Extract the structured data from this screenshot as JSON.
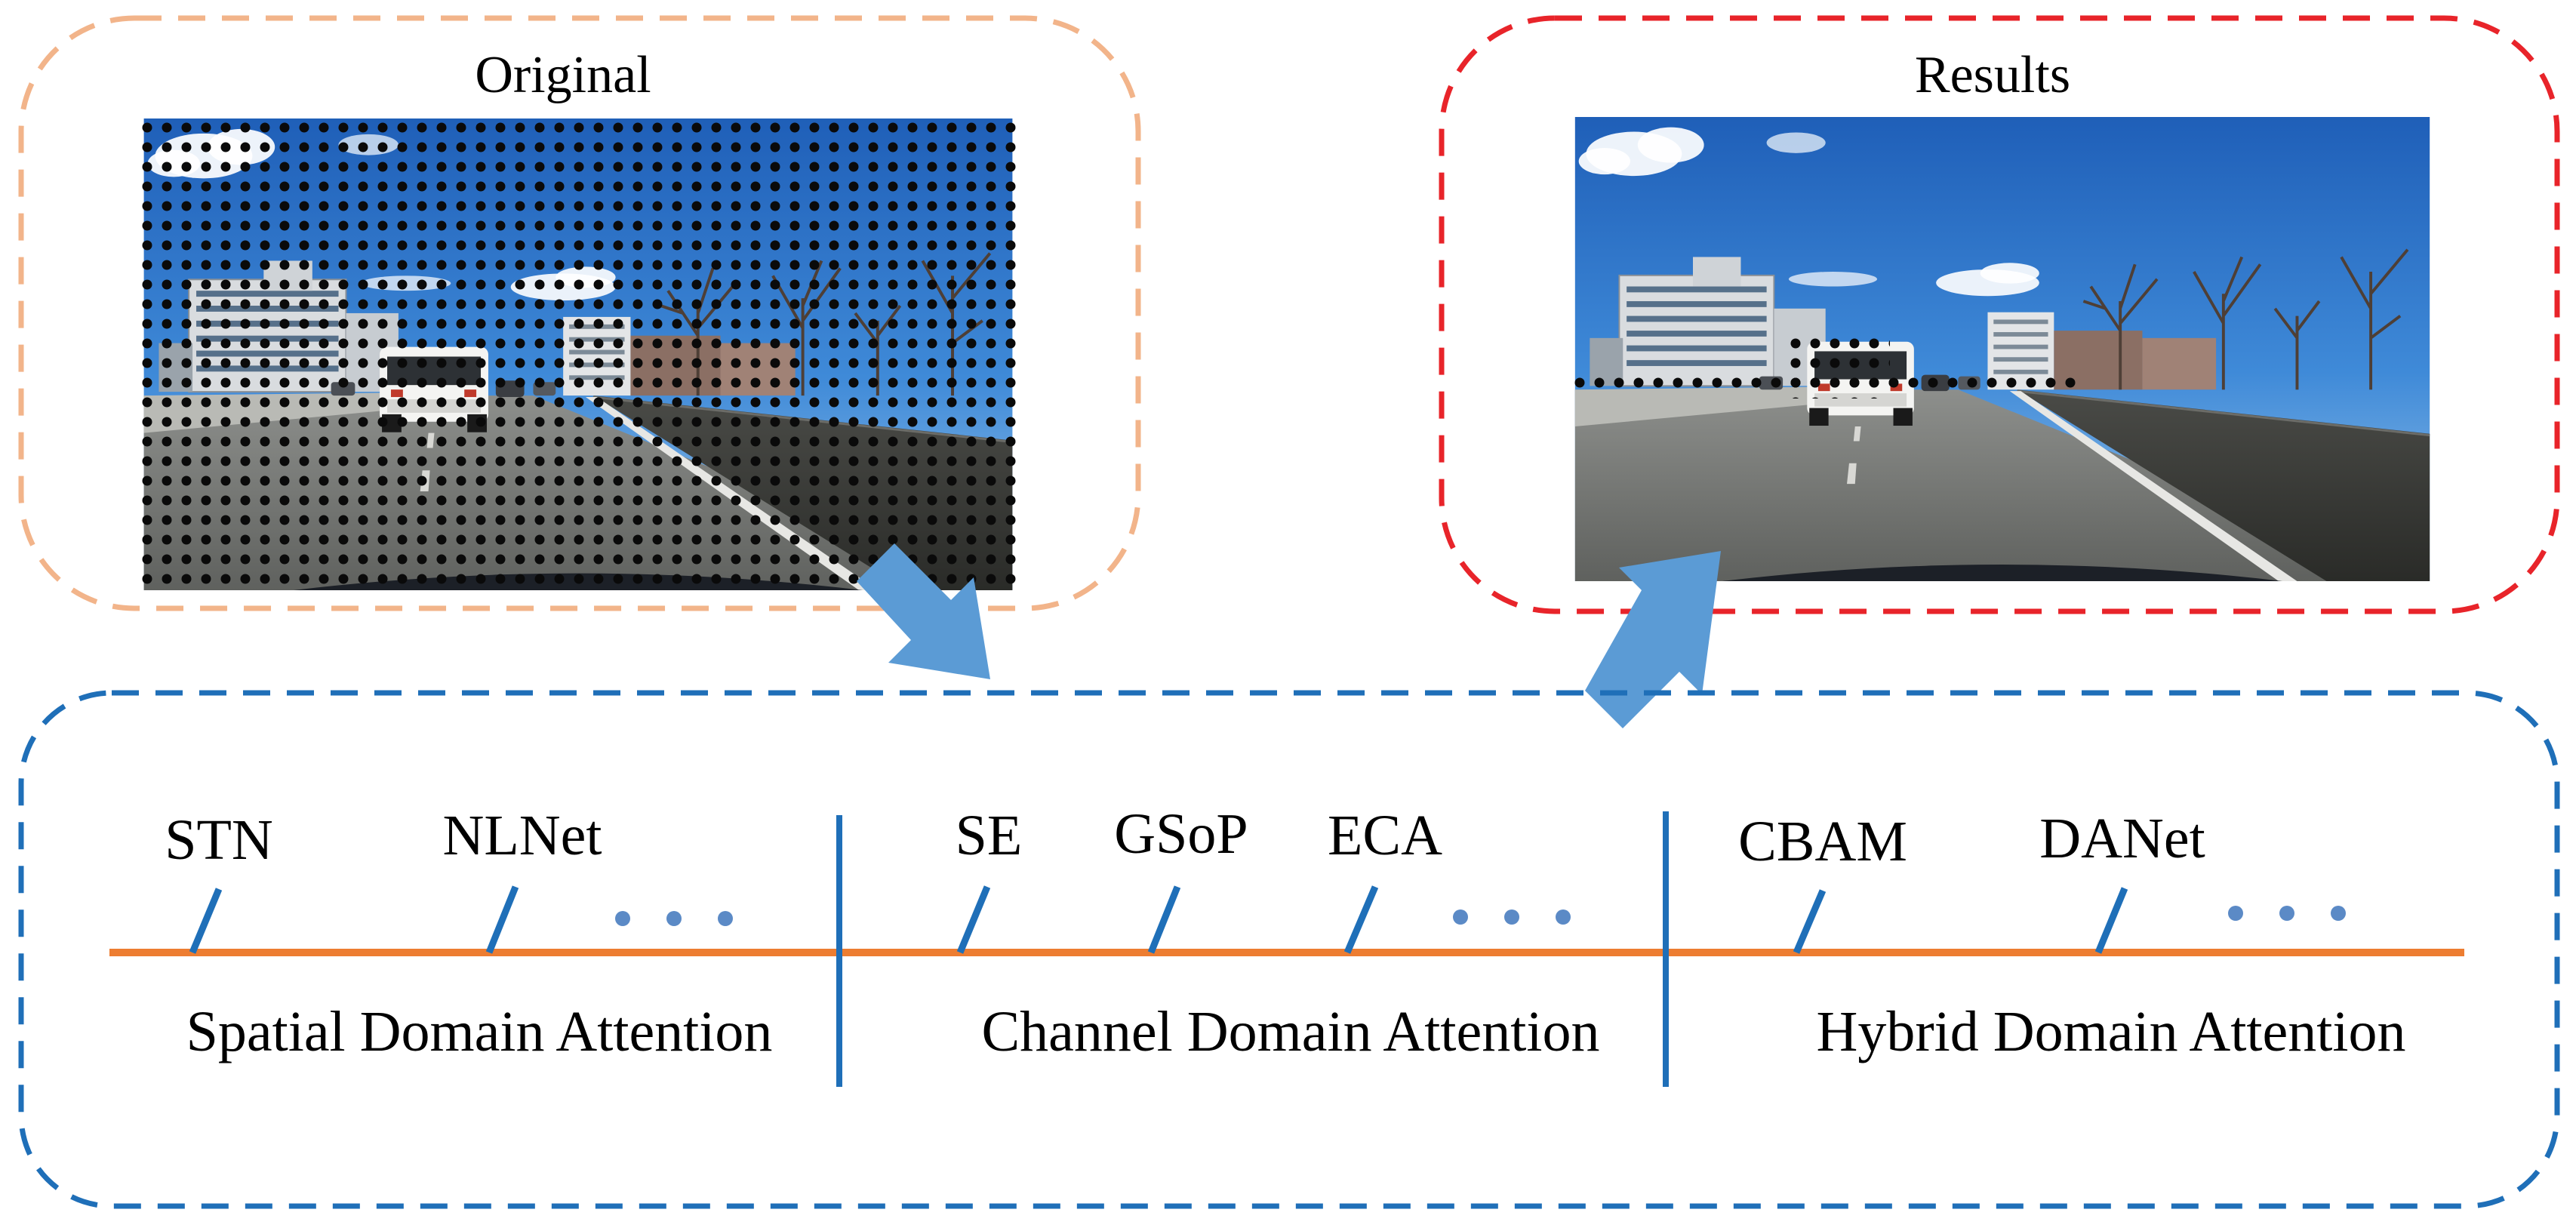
{
  "panels": {
    "original": {
      "title": "Original"
    },
    "results": {
      "title": "Results"
    }
  },
  "timeline": {
    "groups": [
      {
        "label": "Spatial Domain Attention",
        "methods": [
          "STN",
          "NLNet"
        ]
      },
      {
        "label": "Channel Domain Attention",
        "methods": [
          "SE",
          "GSoP",
          "ECA"
        ]
      },
      {
        "label": "Hybrid Domain Attention",
        "methods": [
          "CBAM",
          "DANet"
        ]
      }
    ]
  },
  "colors": {
    "original_border": "#F2B48A",
    "results_border": "#E8242A",
    "timeline_border": "#1F6FB8",
    "timeline_line": "#ED7D31",
    "divider": "#1F6FB8",
    "tick": "#1F6FB8",
    "ellipsis_dots": "#5B8AC6",
    "arrow": "#5B9BD5"
  }
}
